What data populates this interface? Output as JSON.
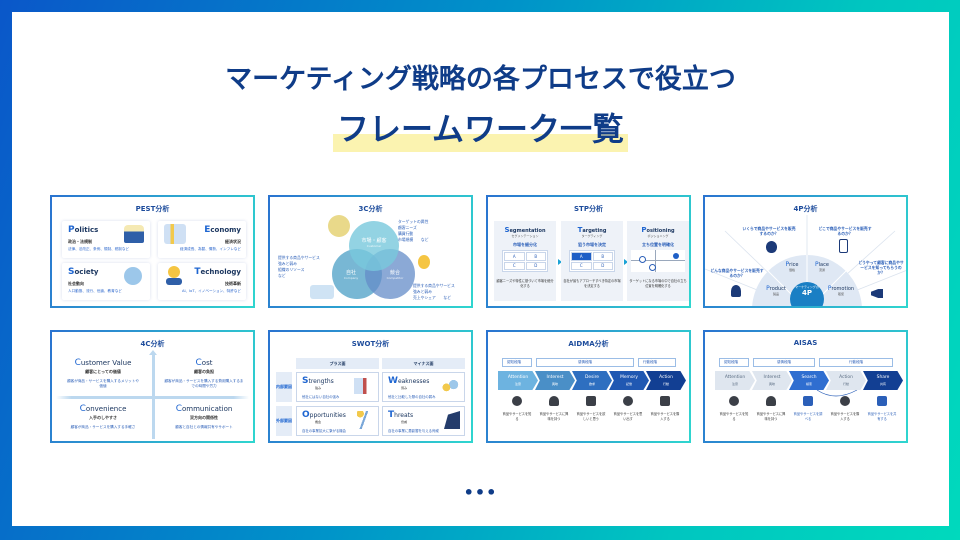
{
  "header": {
    "title_line1": "マーケティング戦略の各プロセスで役立つ",
    "title_line2": "フレームワーク一覧"
  },
  "colors": {
    "title": "#0f3c88",
    "highlight": "#fbf3b0",
    "accent_blue": "#1f66d1",
    "gradient_start": "#0a57c9",
    "gradient_end": "#00d9bd"
  },
  "cards": {
    "pest": {
      "title": "PEST分析",
      "items": [
        {
          "cap": "P",
          "rest": "olitics",
          "sub": "政治・法規制",
          "desc": "法律、法改正、条例、規制、税制など"
        },
        {
          "cap": "E",
          "rest": "conomy",
          "sub": "経済状況",
          "desc": "経済成長、為替、情勢、インフレなど"
        },
        {
          "cap": "S",
          "rest": "ociety",
          "sub": "社会動向",
          "desc": "人口動態、流行、世論、教育など"
        },
        {
          "cap": "T",
          "rest": "echnology",
          "sub": "技術革新",
          "desc": "AI、IoT、イノベーション、特許など"
        }
      ]
    },
    "c3": {
      "title": "3C分析",
      "circles": [
        {
          "label": "市場・顧客",
          "en": "Customer"
        },
        {
          "label": "自社",
          "en": "Company"
        },
        {
          "label": "競合",
          "en": "Competitor"
        }
      ],
      "customer_bullets": [
        "ターゲットの属性",
        "顧客ニーズ",
        "購買行動",
        "市場規模　　など"
      ],
      "company_bullets": [
        "提供する商品やサービス",
        "強みと弱み",
        "組織のリソース",
        "など"
      ],
      "competitor_bullets": [
        "提供する商品やサービス",
        "強みと弱み",
        "売上やシェア　　など"
      ]
    },
    "stp": {
      "title": "STP分析",
      "columns": [
        {
          "cap": "S",
          "rest": "egmentation",
          "kana": "セグメンテーション",
          "key": "市場を細分化",
          "cells": [
            "A",
            "B",
            "C",
            "D"
          ],
          "desc": "顧客ニーズや特性に基づいて市場を細分化する"
        },
        {
          "cap": "T",
          "rest": "argeting",
          "kana": "ターゲティング",
          "key": "狙う市場を決定",
          "cells": [
            "A",
            "B",
            "C",
            "D"
          ],
          "desc": "自社が最もアプローチすべき特定の市場を決定する"
        },
        {
          "cap": "P",
          "rest": "ositioning",
          "kana": "ポジショニング",
          "key": "立ち位置を明確化",
          "desc": "ターゲットになる市場の中で自社の立ち位置を明確化する"
        }
      ]
    },
    "p4": {
      "title": "4P分析",
      "center_small": "マーケティングの",
      "center_big": "4P",
      "segments": [
        {
          "cap": "P",
          "rest": "roduct",
          "ja": "製品",
          "question": "どんな商品やサービスを販売するのか？"
        },
        {
          "cap": "P",
          "rest": "rice",
          "ja": "価格",
          "question": "いくらで商品やサービスを販売するのか？"
        },
        {
          "cap": "P",
          "rest": "lace",
          "ja": "流通",
          "question": "どこで商品やサービスを販売するのか？"
        },
        {
          "cap": "P",
          "rest": "romotion",
          "ja": "販促",
          "question": "どうやって顧客に商品やサービスを知ってもらうのか？"
        }
      ]
    },
    "c4": {
      "title": "4C分析",
      "items": [
        {
          "cap": "C",
          "rest": "ustomer Value",
          "sub": "顧客にとっての価値",
          "desc": "顧客が商品・サービスを購入するメリットや価値"
        },
        {
          "cap": "C",
          "rest": "ost",
          "sub": "顧客の負担",
          "desc": "顧客が商品・サービスを購入する費用購入するまでの時間や労力"
        },
        {
          "cap": "C",
          "rest": "onvenience",
          "sub": "入手のしやすさ",
          "desc": "顧客が商品・サービスを購入する手軽さ"
        },
        {
          "cap": "C",
          "rest": "ommunication",
          "sub": "双方向の関係性",
          "desc": "顧客と自社との情報共有やサポート"
        }
      ]
    },
    "swot": {
      "title": "SWOT分析",
      "col_headers": [
        "プラス面",
        "マイナス面"
      ],
      "row_headers": [
        "内部要因",
        "外部要因"
      ],
      "cells": [
        {
          "cap": "S",
          "rest": "trengths",
          "ja": "強み",
          "desc": "他社にはない自社の強み"
        },
        {
          "cap": "W",
          "rest": "eaknesses",
          "ja": "弱み",
          "desc": "他社と比較した際の自社の弱み"
        },
        {
          "cap": "O",
          "rest": "pportunities",
          "ja": "機会",
          "desc": "自社の事業拡大に繋がる機会"
        },
        {
          "cap": "T",
          "rest": "hreats",
          "ja": "脅威",
          "desc": "自社の事業に悪影響を与える脅威"
        }
      ]
    },
    "aidma": {
      "title": "AIDMA分析",
      "stages": [
        "認知段階",
        "感情段階",
        "行動段階"
      ],
      "steps": [
        {
          "en": "Attention",
          "ja": "注意",
          "desc": "商品やサービスを知る",
          "color": "#6db3e0"
        },
        {
          "en": "Interest",
          "ja": "興味",
          "desc": "商品やサービスに興味を持つ",
          "color": "#4a8fc7"
        },
        {
          "en": "Desire",
          "ja": "欲求",
          "desc": "商品やサービスを欲しいと思う",
          "color": "#2e6fc0"
        },
        {
          "en": "Memory",
          "ja": "記憶",
          "desc": "商品やサービスを思い出す",
          "color": "#2058b2"
        },
        {
          "en": "Action",
          "ja": "行動",
          "desc": "商品やサービスを購入する",
          "color": "#123f93"
        }
      ]
    },
    "aisas": {
      "title": "AISAS",
      "stages": [
        "認知段階",
        "感情段階",
        "行動段階"
      ],
      "steps": [
        {
          "en": "Attention",
          "ja": "注意",
          "desc": "商品やサービスを知る",
          "color": "#dfe6ef",
          "text": "#5a6c82"
        },
        {
          "en": "Interest",
          "ja": "興味",
          "desc": "商品やサービスに興味を持つ",
          "color": "#dfe6ef",
          "text": "#5a6c82"
        },
        {
          "en": "Search",
          "ja": "検索",
          "desc": "商品やサービスを調べる",
          "color": "#2f6ed0",
          "text": "#ffffff"
        },
        {
          "en": "Action",
          "ja": "行動",
          "desc": "商品やサービスを購入する",
          "color": "#dfe6ef",
          "text": "#5a6c82"
        },
        {
          "en": "Share",
          "ja": "共有",
          "desc": "商品やサービスを共有する",
          "color": "#123f93",
          "text": "#ffffff"
        }
      ]
    }
  },
  "footer": {
    "more_indicator": "•••"
  }
}
